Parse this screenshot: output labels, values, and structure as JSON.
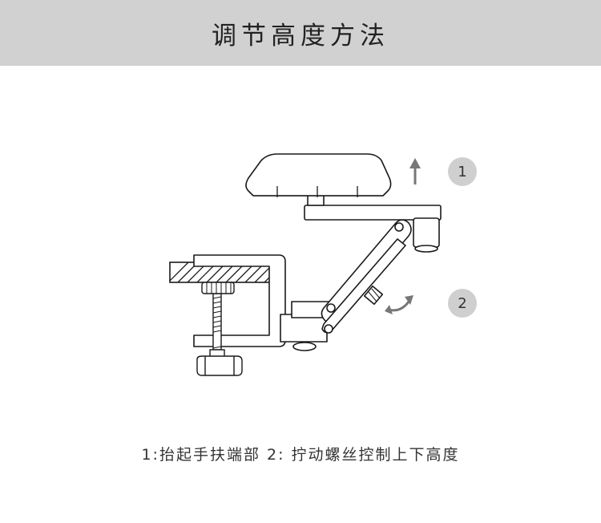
{
  "header": {
    "title": "调节高度方法"
  },
  "diagram": {
    "steps": [
      {
        "number": "1"
      },
      {
        "number": "2"
      }
    ],
    "colors": {
      "line": "#1a1a1a",
      "badge": "#cfcfcf",
      "arrow": "#777777"
    }
  },
  "caption": {
    "text": "1:抬起手扶端部  2: 拧动螺丝控制上下高度"
  }
}
